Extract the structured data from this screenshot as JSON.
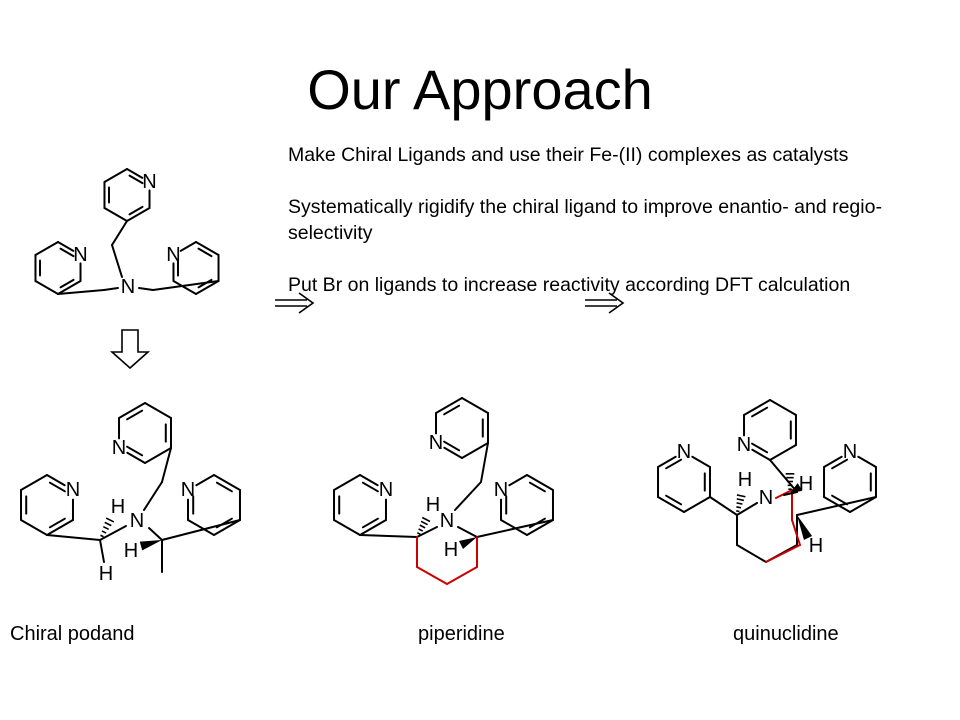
{
  "slide": {
    "title": "Our Approach",
    "bullets": [
      "Make Chiral Ligands and use their Fe-(II) complexes as catalysts",
      "Systematically rigidify the chiral ligand to improve enantio- and regio- selectivity",
      "Put Br on ligands to increase reactivity according DFT calculation"
    ],
    "labels": {
      "podand": "Chiral podand",
      "piperidine": "piperidine",
      "quinuclidine": "quinuclidine"
    },
    "atoms": {
      "nitrogen": "N",
      "hydrogen": "H"
    },
    "colors": {
      "text": "#000000",
      "bond": "#000000",
      "highlight": "#cc0000"
    }
  }
}
